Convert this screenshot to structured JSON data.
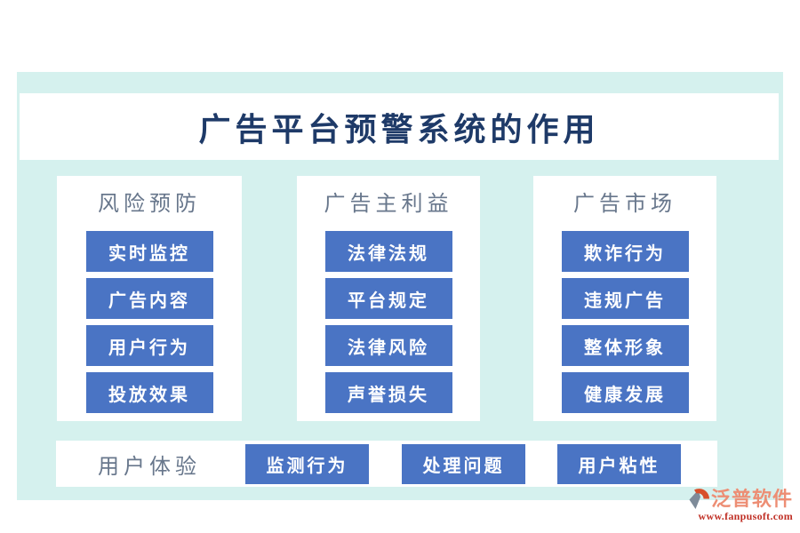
{
  "title": "广告平台预警系统的作用",
  "columns": [
    {
      "header": "风险预防",
      "items": [
        "实时监控",
        "广告内容",
        "用户行为",
        "投放效果"
      ]
    },
    {
      "header": "广告主利益",
      "items": [
        "法律法规",
        "平台规定",
        "法律风险",
        "声誉损失"
      ]
    },
    {
      "header": "广告市场",
      "items": [
        "欺诈行为",
        "违规广告",
        "整体形象",
        "健康发展"
      ]
    }
  ],
  "bottom_row": {
    "header": "用户体验",
    "items": [
      "监测行为",
      "处理问题",
      "用户粘性"
    ]
  },
  "watermark": {
    "icon": "fanpu-logo-icon",
    "brand": "泛普软件",
    "url": "www.fanpusoft.com"
  },
  "colors": {
    "panel_teal": "#d5f1ee",
    "box_blue": "#4a74c4",
    "title_navy": "#1e3a68",
    "header_gray": "#68778c",
    "brand_salmon": "#ed8e74",
    "url_red": "#c03026",
    "icon_gray": "#7e8b99",
    "icon_orange": "#d8502a"
  }
}
